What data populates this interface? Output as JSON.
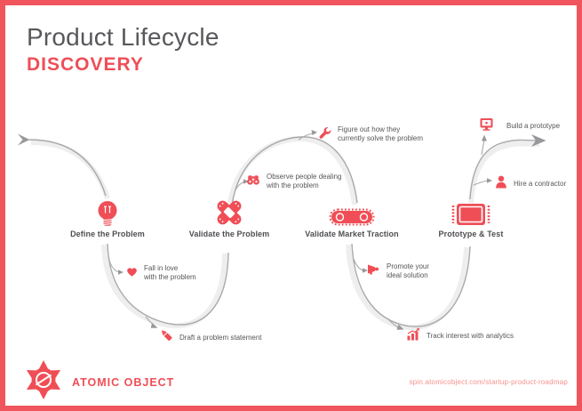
{
  "theme": {
    "accent": "#ef4e56",
    "border": "#f0545c",
    "path": "#a9a9ac",
    "path_shadow": "#ededee",
    "title": "#58585c",
    "text": "#55565a",
    "url": "#f4928c"
  },
  "header": {
    "title": "Product Lifecycle",
    "subtitle": "DISCOVERY"
  },
  "nodes": [
    {
      "id": "define-problem",
      "icon": "lightbulb-icon",
      "label": "Define the Problem"
    },
    {
      "id": "validate-problem",
      "icon": "bandage-icon",
      "label": "Validate the Problem"
    },
    {
      "id": "validate-market-traction",
      "icon": "tank-tread-icon",
      "label": "Validate Market Traction"
    },
    {
      "id": "prototype-test",
      "icon": "breadboard-icon",
      "label": "Prototype & Test"
    }
  ],
  "annotations": [
    {
      "id": "fall-in-love",
      "icon": "heart-icon",
      "lines": [
        "Fall in love",
        "with the problem"
      ]
    },
    {
      "id": "draft-statement",
      "icon": "pencil-icon",
      "lines": [
        "Draft a problem statement"
      ]
    },
    {
      "id": "observe-people",
      "icon": "binoculars-icon",
      "lines": [
        "Observe people dealing",
        "with the problem"
      ]
    },
    {
      "id": "figure-out",
      "icon": "wrench-icon",
      "lines": [
        "Figure out how they",
        "currently solve the problem"
      ]
    },
    {
      "id": "promote-solution",
      "icon": "megaphone-icon",
      "lines": [
        "Promote your",
        "ideal solution"
      ]
    },
    {
      "id": "track-interest",
      "icon": "analytics-icon",
      "lines": [
        "Track interest with analytics"
      ]
    },
    {
      "id": "hire-contractor",
      "icon": "person-icon",
      "lines": [
        "Hire a contractor"
      ]
    },
    {
      "id": "build-prototype",
      "icon": "monitor-icon",
      "lines": [
        "Build a prototype"
      ]
    }
  ],
  "footer": {
    "brand": "ATOMIC OBJECT",
    "url": "spin.atomicobject.com/startup-product-roadmap"
  }
}
